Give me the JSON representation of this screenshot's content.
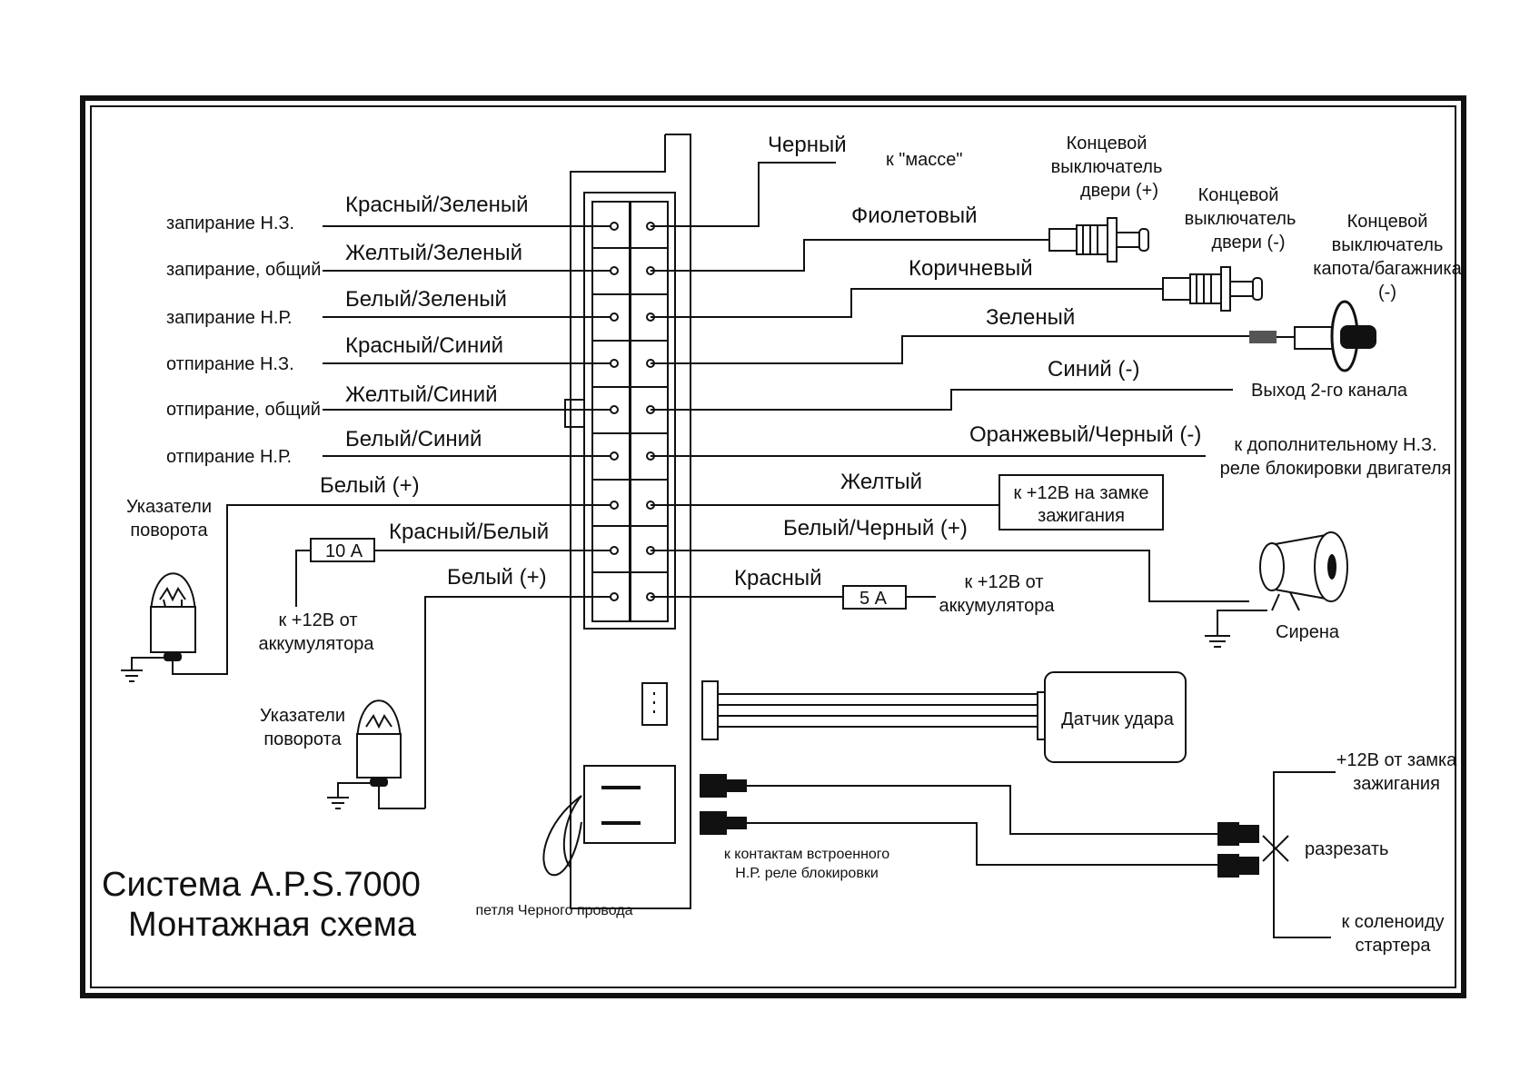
{
  "diagram": {
    "title": "Система A.P.S.7000",
    "subtitle": "Монтажная схема",
    "left_labels": [
      "запирание Н.З.",
      "запирание, общий",
      "запирание Н.Р.",
      "отпирание Н.З.",
      "отпирание, общий",
      "отпирание Н.Р."
    ],
    "left_wires": [
      "Красный/Зеленый",
      "Желтый/Зеленый",
      "Белый/Зеленый",
      "Красный/Синий",
      "Желтый/Синий",
      "Белый/Синий",
      "Белый (+)",
      "Красный/Белый",
      "Белый (+)"
    ],
    "right_wires": [
      "Черный",
      "Фиолетовый",
      "Коричневый",
      "Зеленый",
      "Синий (-)",
      "Оранжевый/Черный (-)",
      "Желтый",
      "Белый/Черный (+)",
      "Красный"
    ],
    "to_ground": "к \"массе\"",
    "door_plus": [
      "Концевой",
      "выключатель",
      "двери (+)"
    ],
    "door_minus": [
      "Концевой",
      "выключатель",
      "двери (-)"
    ],
    "hood": [
      "Концевой",
      "выключатель",
      "капота/багажника",
      "(-)"
    ],
    "channel2": "Выход 2-го канала",
    "aux_relay": [
      "к дополнительному Н.З.",
      "реле блокировки двигателя"
    ],
    "ign_box": [
      "к +12В на замке",
      "зажигания"
    ],
    "siren": "Сирена",
    "fuse10": "10 А",
    "fuse5": "5 А",
    "batt_left": [
      "к +12В от",
      "аккумулятора"
    ],
    "batt_right": [
      "к +12В от",
      "аккумулятора"
    ],
    "turn1": [
      "Указатели",
      "поворота"
    ],
    "turn2": [
      "Указатели",
      "поворота"
    ],
    "shock": "Датчик удара",
    "relay_contacts": [
      "к контактам встроенного",
      "Н.Р. реле блокировки"
    ],
    "ign_lock": [
      "+12В от замка",
      "зажигания"
    ],
    "cut": "разрезать",
    "starter": [
      "к соленоиду",
      "стартера"
    ],
    "loop": "петля Черного провода"
  }
}
